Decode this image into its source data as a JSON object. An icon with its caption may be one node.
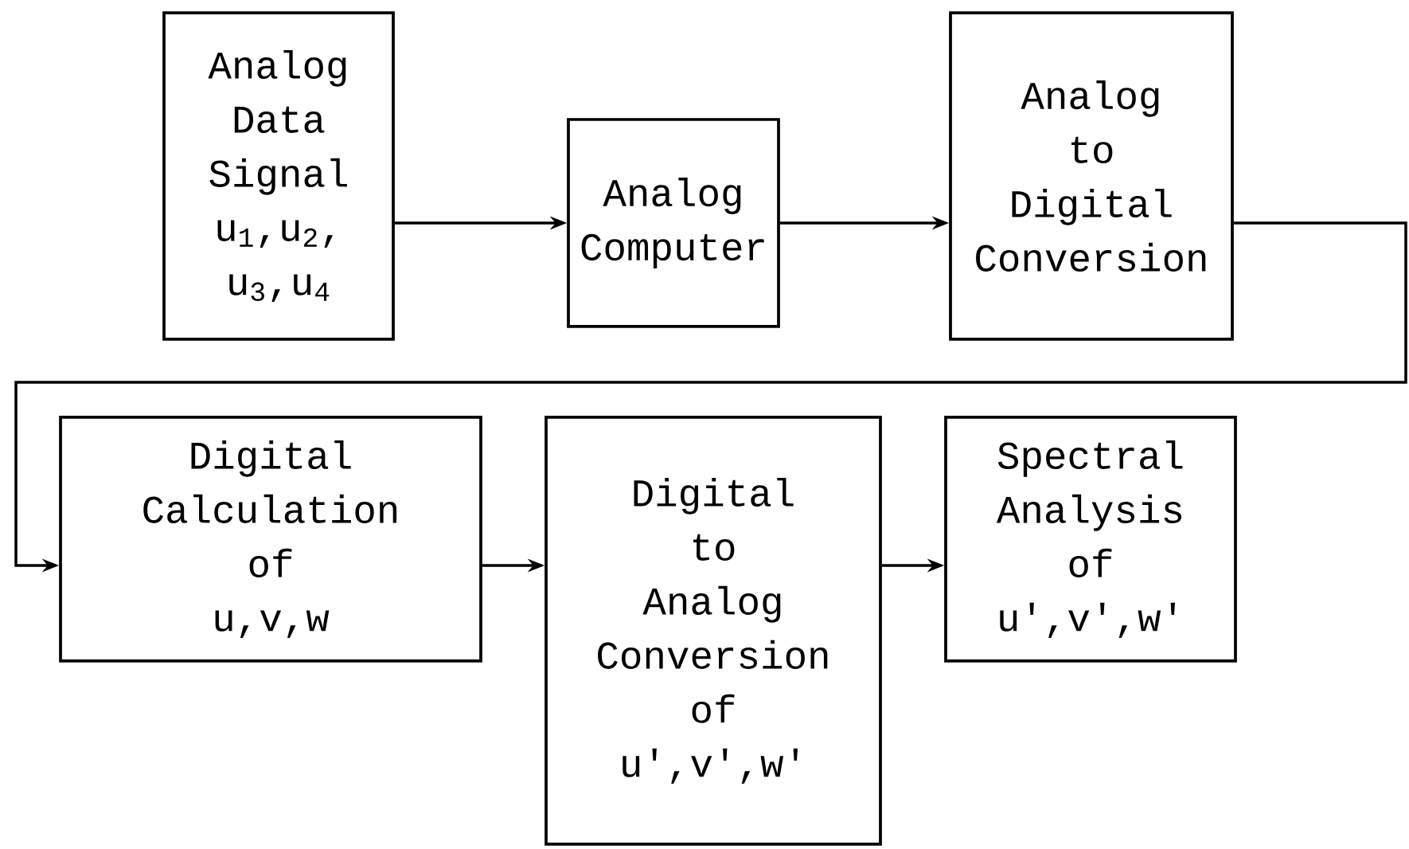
{
  "diagram": {
    "nodes": [
      {
        "text": [
          "Analog Data Signal u$_{1}$,u$_{2}$, u$_{3}$,u$_{4}$"
        ]
      },
      {
        "text": [
          "Analog Computer"
        ]
      },
      {
        "text": [
          "Analog to Digital Conversion"
        ]
      },
      {
        "text": [
          "Digital Calculation of u,v,w"
        ]
      },
      {
        "text": [
          "Digital to Analog Conversion of u',v',w'"
        ]
      },
      {
        "text": [
          "Spectral Analysis of u',v',w'"
        ]
      }
    ],
    "edges": [
      {
        "from": 0,
        "to": 1,
        "arrow": "to"
      },
      {
        "from": 1,
        "to": 2,
        "arrow": "to"
      },
      {
        "from": 2,
        "to": 3,
        "arrow": "to"
      },
      {
        "from": 3,
        "to": 4,
        "arrow": "to"
      },
      {
        "from": 4,
        "to": 5,
        "arrow": "to"
      }
    ]
  }
}
